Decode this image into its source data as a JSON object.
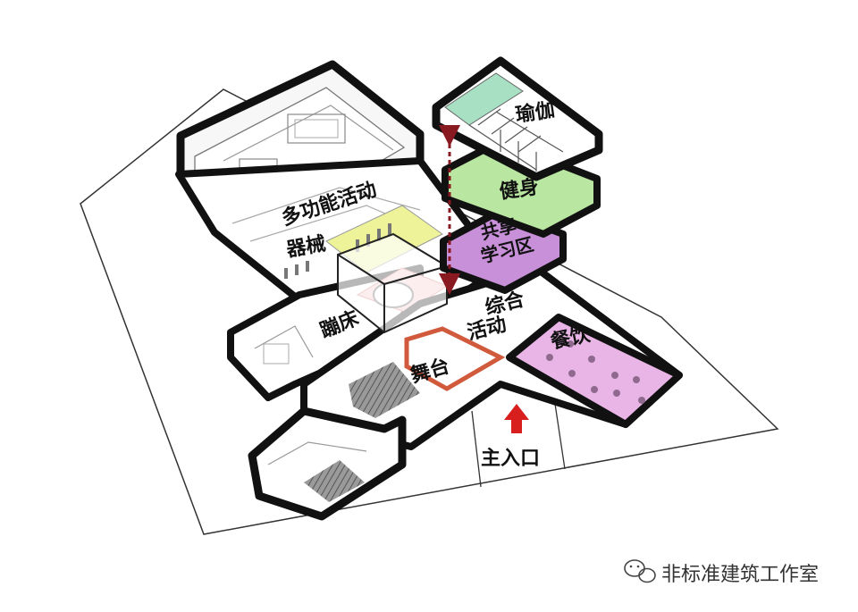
{
  "zones": {
    "multi_function": "多功能活动",
    "equipment": "器械",
    "trampoline": "蹦床",
    "yoga": "瑜伽",
    "fitness": "健身",
    "shared_study_line1": "共享",
    "shared_study_line2": "学习区",
    "general_activity_line1": "综合",
    "general_activity_line2": "活动",
    "dining": "餐饮",
    "stage": "舞台",
    "main_entrance": "主入口"
  },
  "watermark": {
    "text": "非标准建筑工作室",
    "icon": "wechat-icon"
  },
  "colors": {
    "yoga": "#a8e0c4",
    "fitness": "#b9e6a0",
    "shared_study": "#c890d8",
    "equipment_floor": "#eef39a",
    "dining": "#e9b5e6",
    "stage_outline": "#d25a3c",
    "trampoline_floor": "#f3c6c6",
    "arrow": "#d91e1e",
    "vertical_link": "#8a1a22"
  }
}
